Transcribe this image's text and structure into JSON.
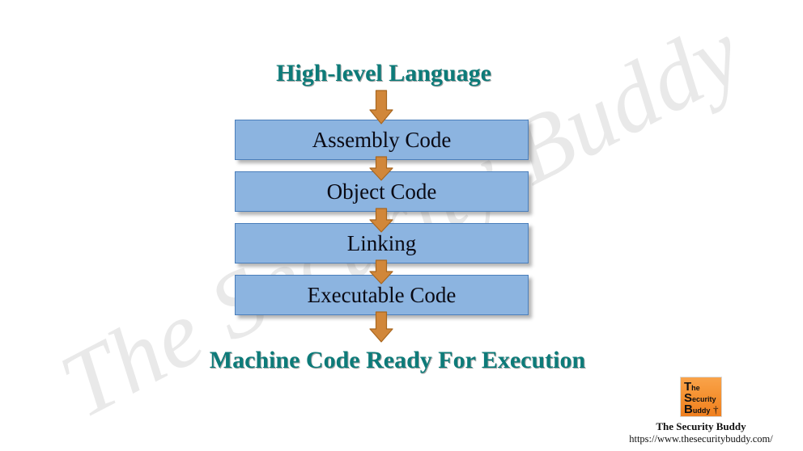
{
  "diagram": {
    "title_top": "High-level Language",
    "title_bottom": "Machine Code Ready For Execution",
    "boxes": [
      {
        "label": "Assembly Code"
      },
      {
        "label": "Object Code"
      },
      {
        "label": "Linking"
      },
      {
        "label": "Executable Code"
      }
    ],
    "arrow_count": 5,
    "colors": {
      "title_text": "#0d7b79",
      "box_fill": "#8cb4e0",
      "box_border": "#4a7ebb",
      "box_text": "#0a0a14",
      "arrow_fill": "#d1873a",
      "arrow_stroke": "#a8661f",
      "background": "#ffffff",
      "watermark": "#e9e9e9",
      "logo_orange": "#f59231"
    }
  },
  "watermark": {
    "text": "The Security Buddy"
  },
  "branding": {
    "logo_lines": [
      {
        "cap": "T",
        "rest": "he"
      },
      {
        "cap": "S",
        "rest": "ecurity"
      },
      {
        "cap": "B",
        "rest": "uddy"
      }
    ],
    "logo_person_glyph": "†",
    "name": "The Security Buddy",
    "url": "https://www.thesecuritybuddy.com/"
  }
}
